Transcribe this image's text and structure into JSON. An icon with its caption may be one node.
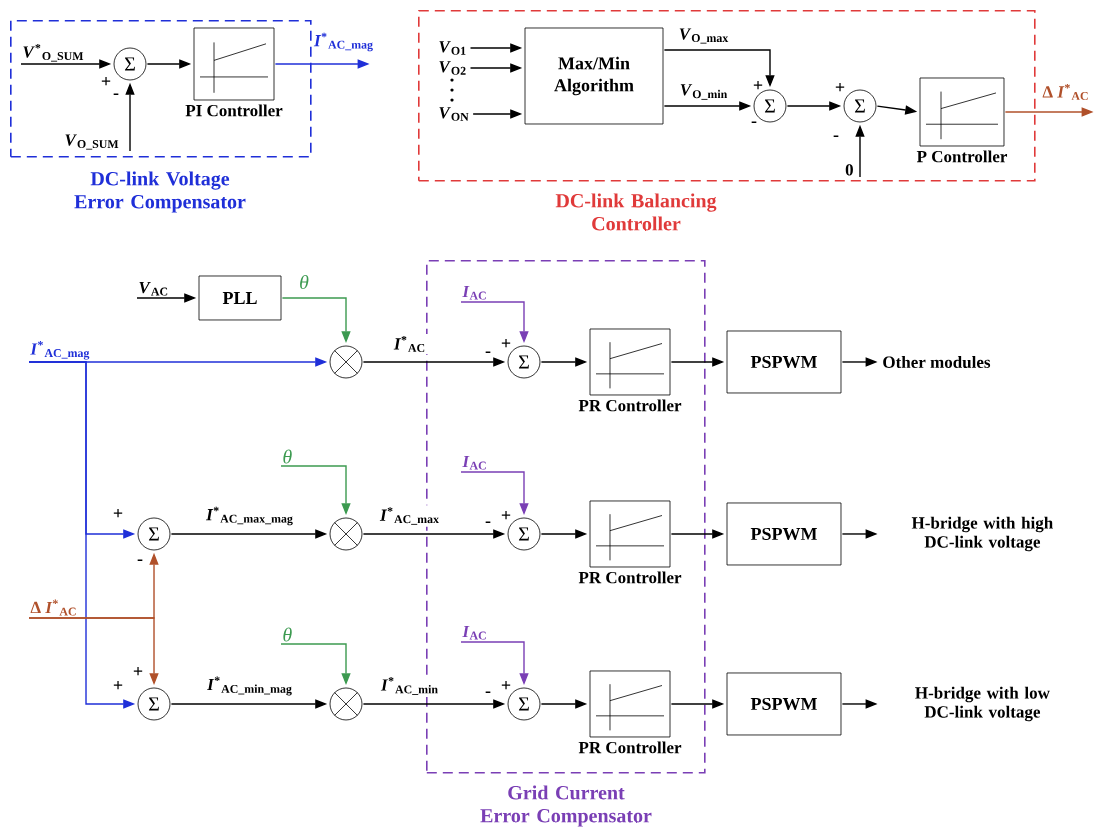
{
  "diagram": {
    "nodes": [
      {
        "text": [
          "DC-link Voltage Error Compensator"
        ]
      },
      {
        "text": [
          "Σ"
        ],
        "in": 0
      },
      {
        "text": [
          "PI Controller"
        ],
        "in": 0
      },
      {
        "text": [
          "DC-link Balancing Controller"
        ]
      },
      {
        "text": [
          "Max/Min Algorithm"
        ],
        "in": 3
      },
      {
        "text": [
          "Σ"
        ],
        "in": 3
      },
      {
        "text": [
          "Σ"
        ],
        "in": 3
      },
      {
        "text": [
          "P Controller"
        ],
        "in": 3
      },
      {
        "text": [
          "PLL"
        ]
      },
      {
        "text": [],
        "shape": "circle"
      },
      {
        "text": [
          "Grid Current Error Compensator"
        ]
      },
      {
        "text": [
          "Σ"
        ],
        "in": 10
      },
      {
        "text": [
          "PR Controller"
        ],
        "in": 10
      },
      {
        "text": [
          "PSPWM"
        ]
      },
      {
        "text": [
          "Σ"
        ]
      },
      {
        "text": [],
        "shape": "circle"
      },
      {
        "text": [
          "Σ"
        ],
        "in": 10
      },
      {
        "text": [
          "PR Controller"
        ],
        "in": 10
      },
      {
        "text": [
          "PSPWM"
        ]
      },
      {
        "text": [
          "Σ"
        ]
      },
      {
        "text": [],
        "shape": "circle"
      },
      {
        "text": [
          "Σ"
        ],
        "in": 10
      },
      {
        "text": [
          "PR Controller"
        ],
        "in": 10
      },
      {
        "text": [
          "PSPWM"
        ]
      },
      {
        "text": [
          "*V*$^{*}$$_{O_SUM}$"
        ],
        "in": 0
      },
      {
        "text": [
          "*V*$_{O_SUM}$"
        ],
        "in": 0
      },
      {
        "text": [
          "*V*$_{O1}$"
        ],
        "in": 3
      },
      {
        "text": [
          "*V*$_{O2}$"
        ],
        "in": 3
      },
      {
        "text": [
          "*V*$_{ON}$"
        ],
        "in": 3
      },
      {
        "text": [
          "0"
        ],
        "in": 3
      },
      {
        "text": [
          "*V*$_{AC}$"
        ]
      },
      {
        "text": [
          "θ"
        ]
      },
      {
        "text": [
          "θ"
        ]
      },
      {
        "text": [
          "*I*$_{AC}$"
        ],
        "in": 10
      },
      {
        "text": [
          "*I*$_{AC}$"
        ],
        "in": 10
      },
      {
        "text": [
          "*I*$_{AC}$"
        ],
        "in": 10
      },
      {
        "text": [
          "*I*$^{*}$$_{AC_mag}$"
        ]
      },
      {
        "text": [
          "Δ *I*$^{*}$$_{AC}$"
        ]
      },
      {
        "text": [
          "Other modules"
        ]
      },
      {
        "text": [
          "H-bridge with high DC-link voltage"
        ]
      },
      {
        "text": [
          "H-bridge with low DC-link voltage"
        ]
      }
    ],
    "edges": [
      {
        "from": 24,
        "to": 1,
        "arrow": "to"
      },
      {
        "from": 25,
        "to": 1,
        "arrow": "to"
      },
      {
        "from": 1,
        "to": 2,
        "arrow": "to"
      },
      {
        "from": 2,
        "to": null,
        "arrow": "to",
        "label": "*I*$^{*}$$_{AC_mag}$",
        "color": "#1f2fd8"
      },
      {
        "from": 26,
        "to": 4,
        "arrow": "to"
      },
      {
        "from": 27,
        "to": 4,
        "arrow": "to"
      },
      {
        "from": 28,
        "to": 4,
        "arrow": "to"
      },
      {
        "from": 4,
        "to": 5,
        "arrow": "to",
        "label": "*V*$_{O_max}$"
      },
      {
        "from": 4,
        "to": 5,
        "arrow": "to",
        "label": "*V*$_{O_min}$"
      },
      {
        "from": 5,
        "to": 6,
        "arrow": "to"
      },
      {
        "from": 29,
        "to": 6,
        "arrow": "to"
      },
      {
        "from": 6,
        "to": 7,
        "arrow": "to"
      },
      {
        "from": 7,
        "to": null,
        "arrow": "to",
        "label": "Δ *I*$^{*}$$_{AC}$",
        "color": "#b0502a"
      },
      {
        "from": 30,
        "to": 8,
        "arrow": "to"
      },
      {
        "from": 8,
        "to": 9,
        "arrow": "to",
        "label": "θ",
        "color": "#3c9a50"
      },
      {
        "from": 36,
        "to": 9,
        "arrow": "to",
        "color": "#1f2fd8"
      },
      {
        "from": 36,
        "to": 14,
        "arrow": "to",
        "color": "#1f2fd8"
      },
      {
        "from": 36,
        "to": 19,
        "arrow": "to",
        "color": "#1f2fd8"
      },
      {
        "from": 37,
        "to": 14,
        "arrow": "to",
        "color": "#b0502a"
      },
      {
        "from": 37,
        "to": 19,
        "arrow": "to",
        "color": "#b0502a"
      },
      {
        "from": 9,
        "to": 11,
        "arrow": "to",
        "label": "*I*$^{*}$$_{AC}$"
      },
      {
        "from": 33,
        "to": 11,
        "arrow": "to",
        "color": "#7a3fb5"
      },
      {
        "from": 11,
        "to": 12,
        "arrow": "to"
      },
      {
        "from": 12,
        "to": 13,
        "arrow": "to"
      },
      {
        "from": 13,
        "to": 38,
        "arrow": "to"
      },
      {
        "from": 31,
        "to": 15,
        "arrow": "to",
        "color": "#3c9a50"
      },
      {
        "from": 14,
        "to": 15,
        "arrow": "to",
        "label": "*I*$^{*}$$_{AC_max_mag}$"
      },
      {
        "from": 15,
        "to": 16,
        "arrow": "to",
        "label": "*I*$^{*}$$_{AC_max}$"
      },
      {
        "from": 34,
        "to": 16,
        "arrow": "to",
        "color": "#7a3fb5"
      },
      {
        "from": 16,
        "to": 17,
        "arrow": "to"
      },
      {
        "from": 17,
        "to": 18,
        "arrow": "to"
      },
      {
        "from": 18,
        "to": 39,
        "arrow": "to"
      },
      {
        "from": 32,
        "to": 20,
        "arrow": "to",
        "color": "#3c9a50"
      },
      {
        "from": 19,
        "to": 20,
        "arrow": "to",
        "label": "*I*$^{*}$$_{AC_min_mag}$"
      },
      {
        "from": 20,
        "to": 21,
        "arrow": "to",
        "label": "*I*$^{*}$$_{AC_min}$"
      },
      {
        "from": 35,
        "to": 21,
        "arrow": "to",
        "color": "#7a3fb5"
      },
      {
        "from": 21,
        "to": 22,
        "arrow": "to"
      },
      {
        "from": 22,
        "to": 23,
        "arrow": "to"
      },
      {
        "from": 23,
        "to": 40,
        "arrow": "to"
      }
    ],
    "labels": [
      "+",
      "-",
      "+",
      "-",
      "+",
      "-",
      "+",
      "-",
      "+",
      "-",
      "+",
      "-",
      "+",
      "+",
      "+",
      "-"
    ]
  }
}
